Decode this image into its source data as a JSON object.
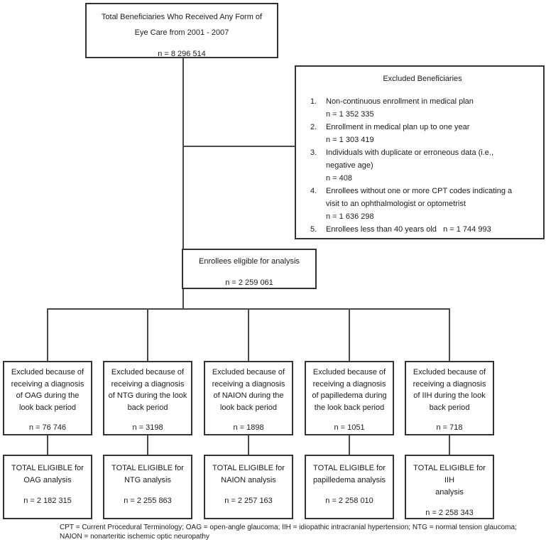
{
  "figure": {
    "title_box": {
      "text": "Total Beneficiaries Who Received Any Form of\nEye Care from 2001 - 2007",
      "n": "n = 8 296 514"
    },
    "excluded_box": {
      "title": "Excluded Beneficiaries",
      "items": [
        {
          "num": "1.",
          "text": "Non-continuous enrollment in medical plan",
          "n": "n = 1 352 335"
        },
        {
          "num": "2.",
          "text": "Enrollment in medical plan up to one year",
          "n": "n = 1 303 419"
        },
        {
          "num": "3.",
          "text": "Individuals with duplicate or erroneous data (i.e.,\nnegative age)",
          "n": "n = 408"
        },
        {
          "num": "4.",
          "text": "Enrollees without one or more CPT codes indicating a\nvisit to an ophthalmologist or optometrist",
          "n": "n = 1 636 298"
        },
        {
          "num": "5.",
          "text": "Enrollees less than 40 years old   n = 1 744 993",
          "n": ""
        }
      ]
    },
    "eligible_box": {
      "text": "Enrollees eligible for analysis",
      "n": "n = 2 259 061"
    },
    "exclusion_row": [
      {
        "text": "Excluded because of\nreceiving a diagnosis\nof OAG during the\nlook back period",
        "n": "n = 76 746"
      },
      {
        "text": "Excluded because of\nreceiving a diagnosis\nof NTG during the look\nback period",
        "n": "n = 3198"
      },
      {
        "text": "Excluded because of\nreceiving a diagnosis\nof NAION during the\nlook back period",
        "n": "n = 1898"
      },
      {
        "text": "Excluded because of\nreceiving a diagnosis\nof papilledema during\nthe look back period",
        "n": "n = 1051"
      },
      {
        "text": "Excluded because of\nreceiving a diagnosis\nof IIH during the look\nback period",
        "n": "n = 718"
      }
    ],
    "total_row": [
      {
        "text": "TOTAL ELIGIBLE for\nOAG analysis",
        "n": "n = 2 182 315"
      },
      {
        "text": "TOTAL ELIGIBLE for\nNTG analysis",
        "n": "n = 2 255 863"
      },
      {
        "text": "TOTAL ELIGIBLE for\nNAION analysis",
        "n": "n = 2 257 163"
      },
      {
        "text": "TOTAL ELIGIBLE for\npapilledema analysis",
        "n": "n = 2 258 010"
      },
      {
        "text": "TOTAL ELIGIBLE for IIH\nanalysis",
        "n": "n = 2 258 343"
      }
    ],
    "footnote": "CPT = Current Procedural Terminology; OAG = open-angle glaucoma; IIH = idiopathic intracranial hypertension; NTG = normal tension glaucoma;\nNAION = nonarteritic ischemic optic neuropathy",
    "colors": {
      "box_border": "#343434",
      "connector": "#4a4a4a",
      "text": "#1b1b1b",
      "background": "#ffffff"
    }
  }
}
